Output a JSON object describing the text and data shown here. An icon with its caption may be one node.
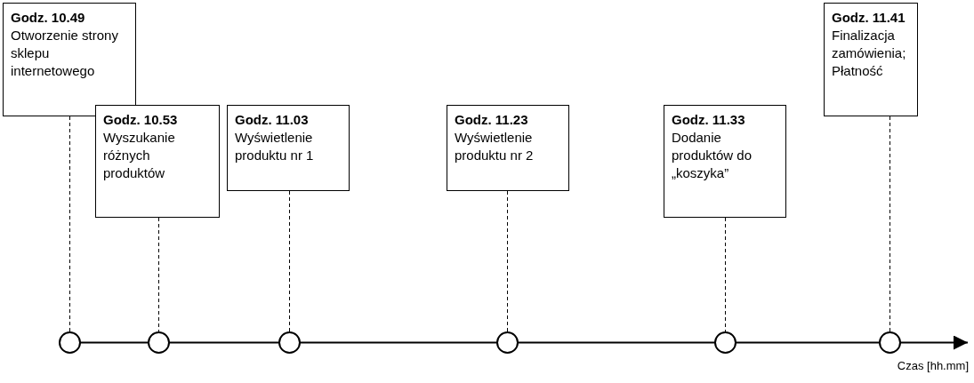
{
  "diagram": {
    "nodes": [
      {
        "text": [
          "Godz. 10.49",
          "Otworzenie strony sklepu internetowego"
        ]
      },
      {
        "text": [
          "Godz. 10.53",
          "Wyszukanie różnych produktów"
        ]
      },
      {
        "text": [
          "Godz. 11.03",
          "Wyświetlenie produktu nr 1"
        ]
      },
      {
        "text": [
          "Godz. 11.23",
          "Wyświetlenie produktu nr 2"
        ]
      },
      {
        "text": [
          "Godz. 11.33",
          "Dodanie produktów do „koszyka”"
        ]
      },
      {
        "text": [
          "Godz. 11.41",
          "Finalizacja zamówienia; Płatność"
        ]
      },
      {
        "text": [],
        "shape": "circle"
      },
      {
        "text": [],
        "shape": "circle"
      },
      {
        "text": [],
        "shape": "circle"
      },
      {
        "text": [],
        "shape": "circle"
      },
      {
        "text": [],
        "shape": "circle"
      },
      {
        "text": [],
        "shape": "circle"
      }
    ],
    "edges": [
      {
        "from": 0,
        "to": 6,
        "arrow": "none",
        "style": "dashed"
      },
      {
        "from": 1,
        "to": 7,
        "arrow": "none",
        "style": "dashed"
      },
      {
        "from": 2,
        "to": 8,
        "arrow": "none",
        "style": "dashed"
      },
      {
        "from": 3,
        "to": 9,
        "arrow": "none",
        "style": "dashed"
      },
      {
        "from": 4,
        "to": 10,
        "arrow": "none",
        "style": "dashed"
      },
      {
        "from": 5,
        "to": 11,
        "arrow": "none",
        "style": "dashed"
      }
    ],
    "labels": [
      "Czas [hh.mm]"
    ]
  }
}
